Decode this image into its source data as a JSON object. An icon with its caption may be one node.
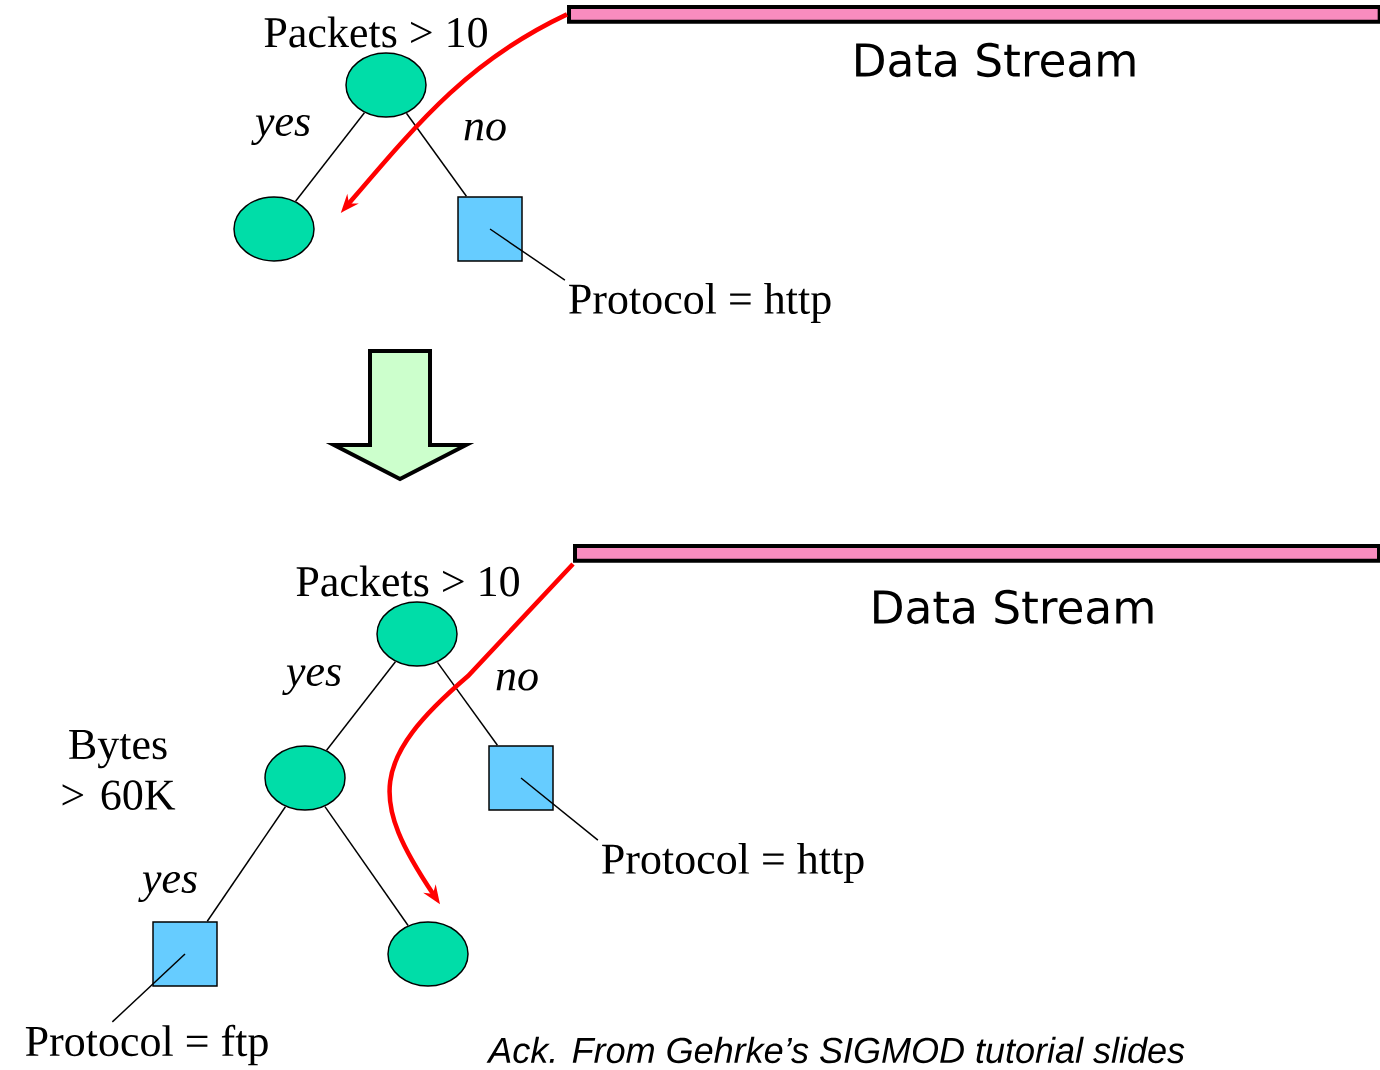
{
  "diagram": {
    "caption": "Ack. From Gehrke’s SIGMOD tutorial slides",
    "nodes": [
      {
        "text": [
          "Packets > 10"
        ]
      },
      {
        "text": [
          "Data Stream"
        ]
      },
      {
        "text": [],
        "shape": "ellipse"
      },
      {
        "text": [],
        "shape": "box"
      },
      {
        "text": [
          "Protocol = http"
        ]
      },
      {
        "text": [
          "Packets > 10"
        ]
      },
      {
        "text": [
          "Data Stream"
        ]
      },
      {
        "text": [
          "Bytes > 60K"
        ]
      },
      {
        "text": [],
        "shape": "box"
      },
      {
        "text": [
          "Protocol = http"
        ]
      },
      {
        "text": [],
        "shape": "box"
      },
      {
        "text": [],
        "shape": "ellipse"
      },
      {
        "text": [
          "Protocol = ftp"
        ]
      }
    ],
    "edges": [
      {
        "from": 0,
        "to": 2,
        "arrow": "none",
        "label": "yes"
      },
      {
        "from": 0,
        "to": 3,
        "arrow": "none",
        "label": "no"
      },
      {
        "from": 4,
        "to": 3,
        "arrow": "none"
      },
      {
        "from": 1,
        "to": 2,
        "arrow": "to",
        "style": "thick",
        "color": "#ff0000"
      },
      {
        "from": 5,
        "to": 7,
        "arrow": "none",
        "label": "yes"
      },
      {
        "from": 5,
        "to": 8,
        "arrow": "none",
        "label": "no"
      },
      {
        "from": 9,
        "to": 8,
        "arrow": "none"
      },
      {
        "from": 7,
        "to": 10,
        "arrow": "none",
        "label": "yes"
      },
      {
        "from": 7,
        "to": 11,
        "arrow": "none"
      },
      {
        "from": 12,
        "to": 10,
        "arrow": "none"
      },
      {
        "from": 6,
        "to": 11,
        "arrow": "to",
        "style": "thick",
        "color": "#ff0000"
      }
    ]
  }
}
